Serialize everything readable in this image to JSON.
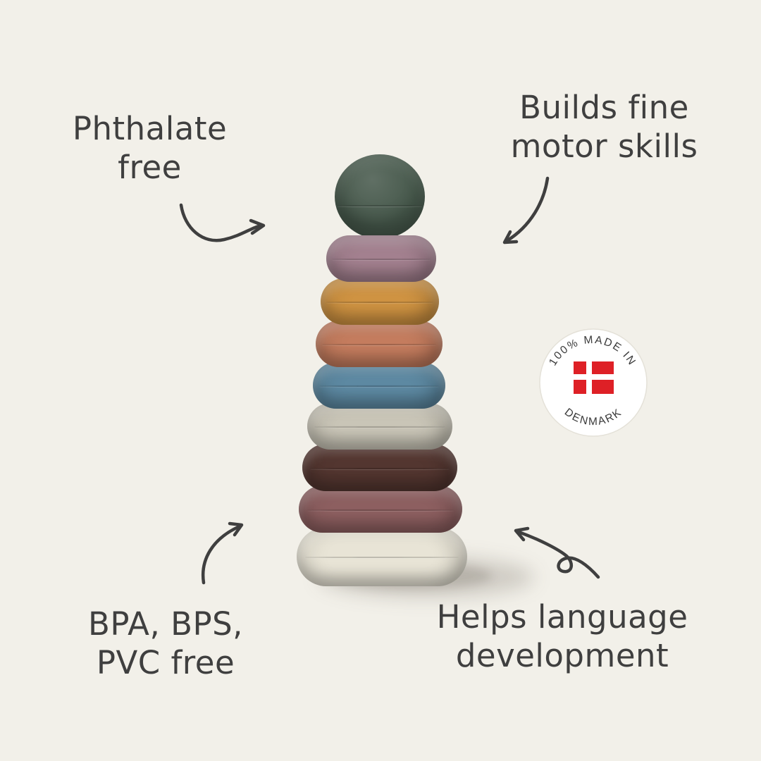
{
  "canvas": {
    "background_color": "#f2f0e9",
    "ink_color": "#3f3f3f"
  },
  "annotations": {
    "top_left": {
      "lines": [
        "Phthalate",
        "free"
      ]
    },
    "top_right": {
      "lines": [
        "Builds fine",
        "motor skills"
      ]
    },
    "bottom_left": {
      "lines": [
        "BPA, BPS,",
        "PVC free"
      ]
    },
    "bottom_right": {
      "lines": [
        "Helps language",
        "development"
      ]
    }
  },
  "badge": {
    "arc_top": "100% MADE IN",
    "arc_bottom": "DENMARK",
    "flag": "flag-of-denmark",
    "flag_red": "#de2026",
    "background": "#ffffff"
  },
  "toy": {
    "description": "stacking ring tower toy",
    "parts": [
      {
        "name": "ball-green",
        "color": "#46584b"
      },
      {
        "name": "ring-mauve",
        "color": "#a3808f"
      },
      {
        "name": "ring-mustard",
        "color": "#cf9342"
      },
      {
        "name": "ring-terracotta",
        "color": "#c47c5e"
      },
      {
        "name": "ring-blue",
        "color": "#5d89a2"
      },
      {
        "name": "ring-greige",
        "color": "#c9c5b7"
      },
      {
        "name": "ring-brown",
        "color": "#533630"
      },
      {
        "name": "ring-rose",
        "color": "#8d5f60"
      },
      {
        "name": "ring-cream",
        "color": "#e8e4d6"
      }
    ]
  },
  "arrows": [
    {
      "name": "arrow-top-left"
    },
    {
      "name": "arrow-top-right"
    },
    {
      "name": "arrow-bottom-left"
    },
    {
      "name": "arrow-bottom-right-loop"
    }
  ]
}
